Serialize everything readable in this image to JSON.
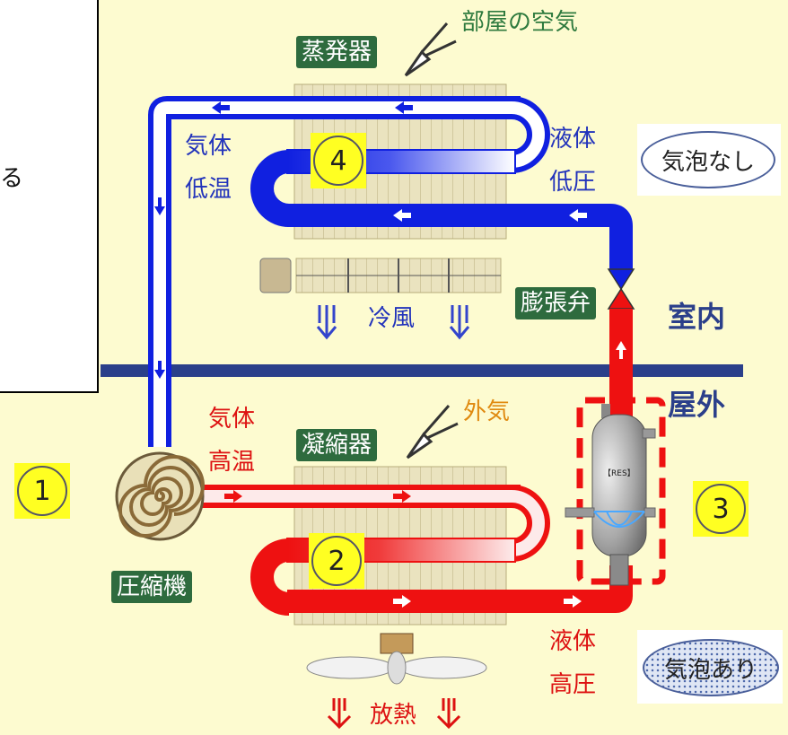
{
  "side_panel": {
    "text": "る"
  },
  "labels": {
    "evaporator": "蒸発器",
    "room_air": "部屋の空気",
    "gas_low_temp": [
      "気体",
      "低温"
    ],
    "liquid_low_pressure": [
      "液体",
      "低圧"
    ],
    "no_bubbles": "気泡なし",
    "cold_air": "冷風",
    "expansion_valve": "膨張弁",
    "indoor": "室内",
    "outdoor": "屋外",
    "gas_high_temp": [
      "気体",
      "高温"
    ],
    "condenser": "凝縮器",
    "outside_air": "外気",
    "compressor": "圧縮機",
    "liquid_high_pressure": [
      "液体",
      "高圧"
    ],
    "with_bubbles": "気泡あり",
    "heat_release": "放熱",
    "res_tag": "【RES】"
  },
  "markers": [
    "1",
    "2",
    "3",
    "4"
  ],
  "colors": {
    "background": "#fdfbd0",
    "blue_pipe": "#1020e0",
    "red_pipe": "#ee1111",
    "label_green": "#2e6b3e",
    "blue_text": "#2233bb",
    "red_text": "#dd1111",
    "orange_text": "#e08a10",
    "marker_yellow": "#ffff22",
    "boundary_line": "#2b3f8a"
  }
}
